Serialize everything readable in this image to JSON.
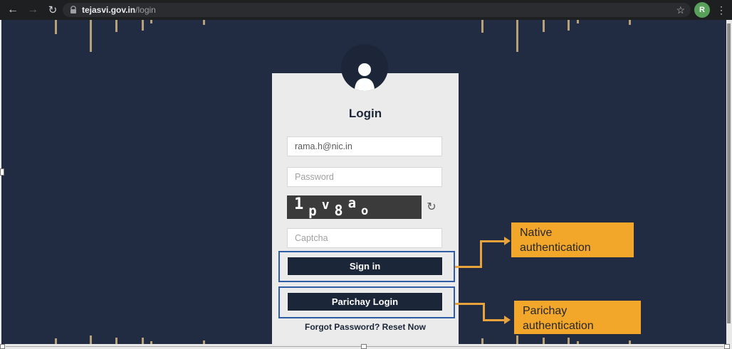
{
  "browser": {
    "back_icon": "←",
    "forward_icon": "→",
    "reload_icon": "↻",
    "url_domain": "tejasvi.gov.in",
    "url_path": "/login",
    "star_icon": "☆",
    "avatar_letter": "R",
    "menu_icon": "⋮"
  },
  "login_card": {
    "title": "Login",
    "email_value": "rama.h@nic.in",
    "password_placeholder": "Password",
    "captcha_chars": [
      "1",
      "p",
      "v",
      "8",
      "a",
      "o"
    ],
    "captcha_refresh_icon": "↻",
    "captcha_placeholder": "Captcha",
    "sign_in_label": "Sign in",
    "parichay_label": "Parichay Login",
    "forgot_text": "Forgot Password? Reset Now"
  },
  "annotations": {
    "native": {
      "line1": "Native",
      "line2": "authentication"
    },
    "parichay": {
      "line1": "Parichay",
      "line2": "authentication"
    },
    "box_color": "#f3a72a",
    "arrow_color": "#e8a33d",
    "outline_color": "#2e5ca6"
  },
  "colors": {
    "page_background": "#212c42",
    "button_background": "#1b2638",
    "captcha_background": "#3b3b3b",
    "card_background": "#ebebeb"
  }
}
